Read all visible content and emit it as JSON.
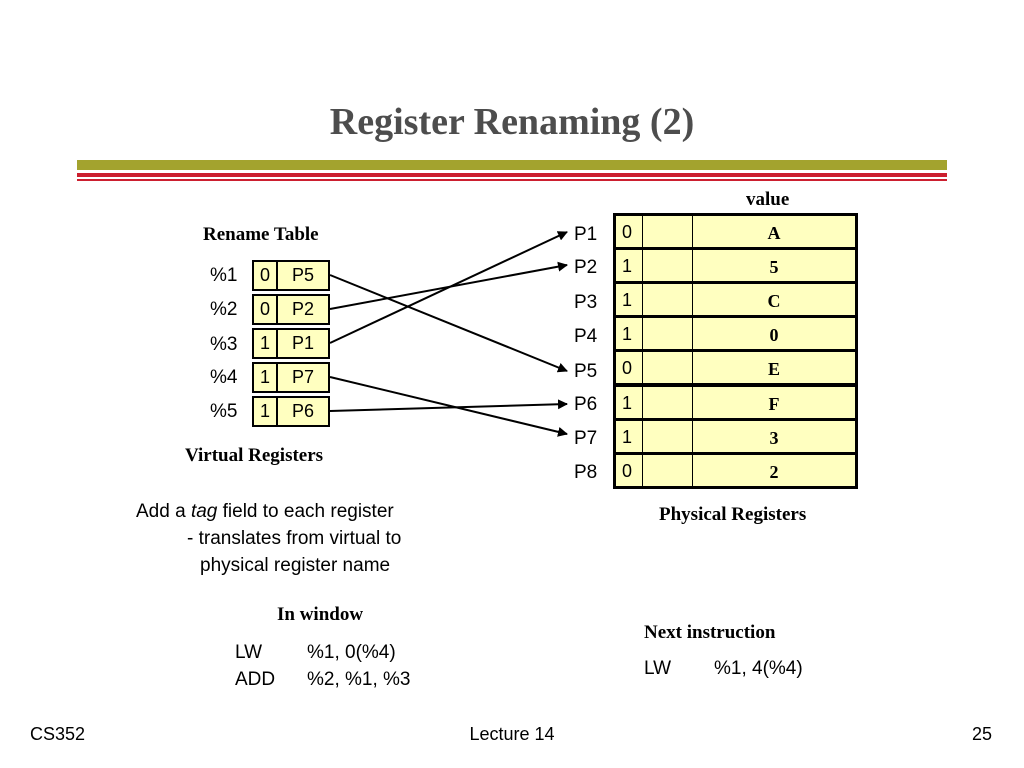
{
  "title": "Register Renaming (2)",
  "rename_table": {
    "caption": "Rename Table",
    "footer": "Virtual Registers",
    "rows": [
      {
        "reg": "%1",
        "tag": "0",
        "phys": "P5"
      },
      {
        "reg": "%2",
        "tag": "0",
        "phys": "P2"
      },
      {
        "reg": "%3",
        "tag": "1",
        "phys": "P1"
      },
      {
        "reg": "%4",
        "tag": "1",
        "phys": "P7"
      },
      {
        "reg": "%5",
        "tag": "1",
        "phys": "P6"
      }
    ]
  },
  "physical_registers": {
    "header": "value",
    "footer": "Physical Registers",
    "rows": [
      {
        "name": "P1",
        "tag": "0",
        "value": "A"
      },
      {
        "name": "P2",
        "tag": "1",
        "value": "5"
      },
      {
        "name": "P3",
        "tag": "1",
        "value": "C"
      },
      {
        "name": "P4",
        "tag": "1",
        "value": "0"
      },
      {
        "name": "P5",
        "tag": "0",
        "value": "E"
      },
      {
        "name": "P6",
        "tag": "1",
        "value": "F"
      },
      {
        "name": "P7",
        "tag": "1",
        "value": "3"
      },
      {
        "name": "P8",
        "tag": "0",
        "value": "2"
      }
    ]
  },
  "description": {
    "line1_prefix": "Add a ",
    "line1_italic": "tag",
    "line1_suffix": " field to each register",
    "line2": "- translates from virtual to",
    "line3": "physical register name"
  },
  "in_window": {
    "heading": "In window",
    "instructions": [
      {
        "op": "LW",
        "args": "%1, 0(%4)"
      },
      {
        "op": "ADD",
        "args": "%2, %1, %3"
      }
    ]
  },
  "next_instruction": {
    "heading": "Next instruction",
    "instructions": [
      {
        "op": "LW",
        "args": "%1, 4(%4)"
      }
    ]
  },
  "footer": {
    "left": "CS352",
    "center": "Lecture 14",
    "right": "25"
  },
  "colors": {
    "cell_fill": "#ffffc0",
    "title_color": "#4d4d4d",
    "olive_rule": "#a3a32e",
    "red_rule": "#cc1f2f"
  }
}
